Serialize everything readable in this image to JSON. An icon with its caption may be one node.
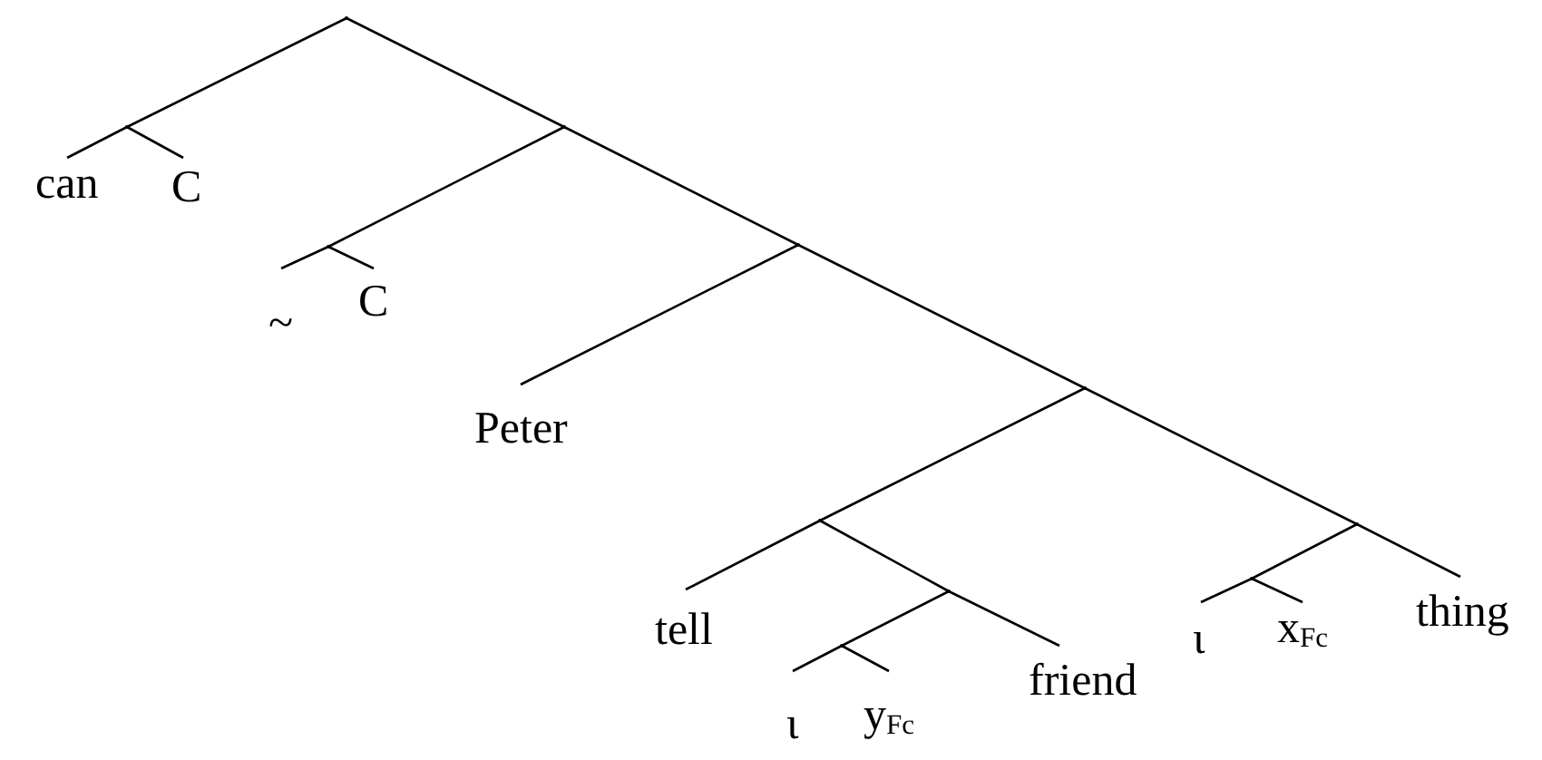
{
  "diagram": {
    "nodes": [
      {
        "text": [],
        "shape": "point"
      },
      {
        "text": [],
        "shape": "point"
      },
      {
        "text": [
          "can"
        ]
      },
      {
        "text": [
          "C"
        ]
      },
      {
        "text": [],
        "shape": "point"
      },
      {
        "text": [],
        "shape": "point"
      },
      {
        "text": [
          "~"
        ]
      },
      {
        "text": [
          "C"
        ]
      },
      {
        "text": [],
        "shape": "point"
      },
      {
        "text": [
          "Peter"
        ]
      },
      {
        "text": [],
        "shape": "point"
      },
      {
        "text": [],
        "shape": "point"
      },
      {
        "text": [
          "tell"
        ]
      },
      {
        "text": [],
        "shape": "point"
      },
      {
        "text": [],
        "shape": "point"
      },
      {
        "text": [
          "ι"
        ]
      },
      {
        "text": [
          "y$_{Fc}$"
        ]
      },
      {
        "text": [
          "friend"
        ]
      },
      {
        "text": [],
        "shape": "point"
      },
      {
        "text": [],
        "shape": "point"
      },
      {
        "text": [
          "ι"
        ]
      },
      {
        "text": [
          "x$_{Fc}$"
        ]
      },
      {
        "text": [
          "thing"
        ]
      }
    ],
    "edges": [
      {
        "from": 0,
        "to": 1,
        "arrow": "none"
      },
      {
        "from": 0,
        "to": 4,
        "arrow": "none"
      },
      {
        "from": 1,
        "to": 2,
        "arrow": "none"
      },
      {
        "from": 1,
        "to": 3,
        "arrow": "none"
      },
      {
        "from": 4,
        "to": 5,
        "arrow": "none"
      },
      {
        "from": 4,
        "to": 8,
        "arrow": "none"
      },
      {
        "from": 5,
        "to": 6,
        "arrow": "none"
      },
      {
        "from": 5,
        "to": 7,
        "arrow": "none"
      },
      {
        "from": 8,
        "to": 9,
        "arrow": "none"
      },
      {
        "from": 8,
        "to": 10,
        "arrow": "none"
      },
      {
        "from": 10,
        "to": 11,
        "arrow": "none"
      },
      {
        "from": 10,
        "to": 18,
        "arrow": "none"
      },
      {
        "from": 11,
        "to": 12,
        "arrow": "none"
      },
      {
        "from": 11,
        "to": 13,
        "arrow": "none"
      },
      {
        "from": 13,
        "to": 14,
        "arrow": "none"
      },
      {
        "from": 13,
        "to": 17,
        "arrow": "none"
      },
      {
        "from": 14,
        "to": 15,
        "arrow": "none"
      },
      {
        "from": 14,
        "to": 16,
        "arrow": "none"
      },
      {
        "from": 18,
        "to": 19,
        "arrow": "none"
      },
      {
        "from": 18,
        "to": 22,
        "arrow": "none"
      },
      {
        "from": 19,
        "to": 20,
        "arrow": "none"
      },
      {
        "from": 19,
        "to": 21,
        "arrow": "none"
      }
    ]
  }
}
